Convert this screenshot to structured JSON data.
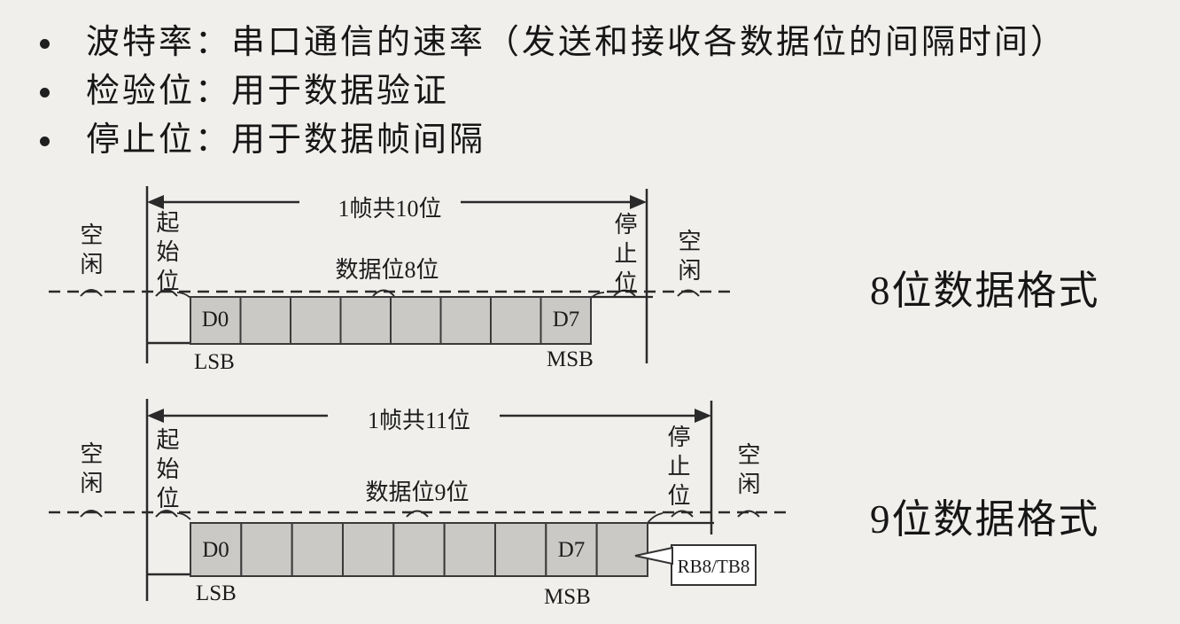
{
  "page": {
    "background": "#f0efec",
    "ink": "#1f1f1f"
  },
  "colors": {
    "box_fill": "#cac9c6",
    "line": "#2a2a2a",
    "callout_bg": "#ffffff"
  },
  "bullets": [
    {
      "text": "波特率：串口通信的速率（发送和接收各数据位的间隔时间）"
    },
    {
      "text": "检验位：用于数据验证"
    },
    {
      "text": "停止位：用于数据帧间隔"
    }
  ],
  "diagram1": {
    "title": "8位数据格式",
    "frame_label": "1帧共10位",
    "data_label": "数据位8位",
    "idle_left": "空闲",
    "idle_right": "空闲",
    "start_label": "起始位",
    "stop_label": "停止位",
    "first_bit": "D0",
    "last_bit": "D7",
    "lsb": "LSB",
    "msb": "MSB",
    "box_count": 8
  },
  "diagram2": {
    "title": "9位数据格式",
    "frame_label": "1帧共11位",
    "data_label": "数据位9位",
    "idle_left": "空闲",
    "idle_right": "空闲",
    "start_label": "起始位",
    "stop_label": "停止位",
    "first_bit": "D0",
    "last_bit": "D7",
    "lsb": "LSB",
    "msb": "MSB",
    "callout": "RB8/TB8",
    "box_count": 9
  }
}
